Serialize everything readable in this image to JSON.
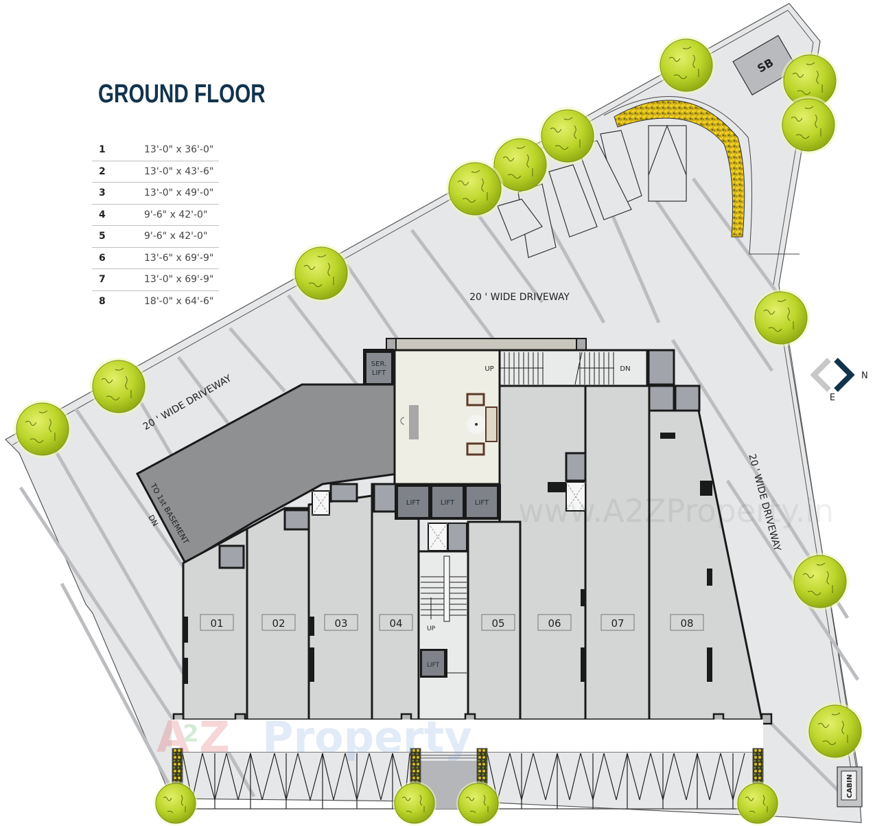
{
  "title": "GROUND FLOOR",
  "legend": [
    {
      "unit": "1",
      "size": "13'-0\" x 36'-0\""
    },
    {
      "unit": "2",
      "size": "13'-0\" x 43'-6\""
    },
    {
      "unit": "3",
      "size": "13'-0\" x 49'-0\""
    },
    {
      "unit": "4",
      "size": "9'-6\" x 42'-0\""
    },
    {
      "unit": "5",
      "size": "9'-6\" x 42'-0\""
    },
    {
      "unit": "6",
      "size": "13'-6\" x 69'-9\""
    },
    {
      "unit": "7",
      "size": "13'-0\" x 69'-9\""
    },
    {
      "unit": "8",
      "size": "18'-0\" x 64'-6\""
    }
  ],
  "units": [
    "01",
    "02",
    "03",
    "04",
    "05",
    "06",
    "07",
    "08"
  ],
  "labels": {
    "driveway_top": "20 ' WIDE DRIVEWAY",
    "driveway_left": "20 ' WIDE DRIVEWAY",
    "driveway_right": "20 ' WIDE DRIVEWAY",
    "ramp": "TO 1st BASEMENT",
    "ramp_dn": "DN",
    "ser_lift_1": "SER.",
    "ser_lift_2": "LIFT",
    "lift": "LIFT",
    "up": "UP",
    "dn": "DN",
    "sb": "SB",
    "cabin": "CABIN"
  },
  "compass": {
    "north": "N",
    "east": "E",
    "dark_color": "#12334d",
    "light_color": "#c8c8c8"
  },
  "watermark": {
    "text_url": "www.A2ZProperty.in",
    "brand_a": "A",
    "brand_2": "2",
    "brand_z": "Z",
    "brand_rest": "Property"
  },
  "colors": {
    "title": "#12334d",
    "ground": "#e6e7e9",
    "shop": "#d4d6d6",
    "lobby": "#efeee4",
    "ramp": "#8f9092",
    "lift": "#7f8389",
    "tree": "#c4dc2c",
    "wall": "#1a1a1a"
  }
}
